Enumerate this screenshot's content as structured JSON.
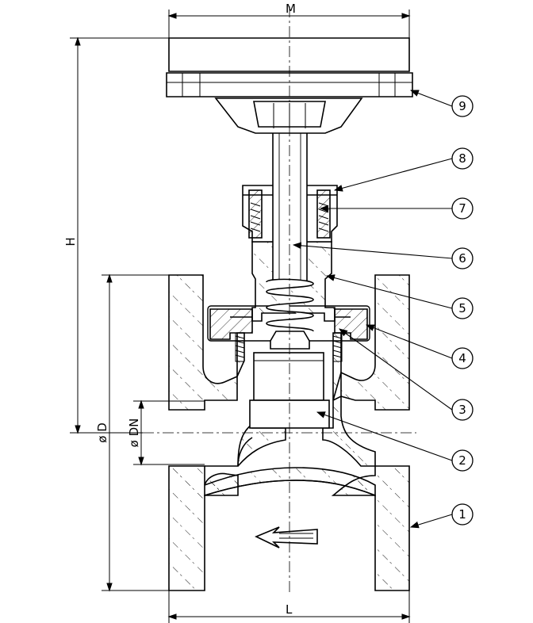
{
  "dimensions": {
    "M": "M",
    "H": "H",
    "L": "L",
    "D": "ø D",
    "DN": "ø DN"
  },
  "callouts": [
    {
      "label": "1"
    },
    {
      "label": "2"
    },
    {
      "label": "3"
    },
    {
      "label": "4"
    },
    {
      "label": "5"
    },
    {
      "label": "6"
    },
    {
      "label": "7"
    },
    {
      "label": "8"
    },
    {
      "label": "9"
    }
  ],
  "colors": {
    "line": "#000000",
    "hatch": "#000000",
    "background": "#ffffff"
  }
}
